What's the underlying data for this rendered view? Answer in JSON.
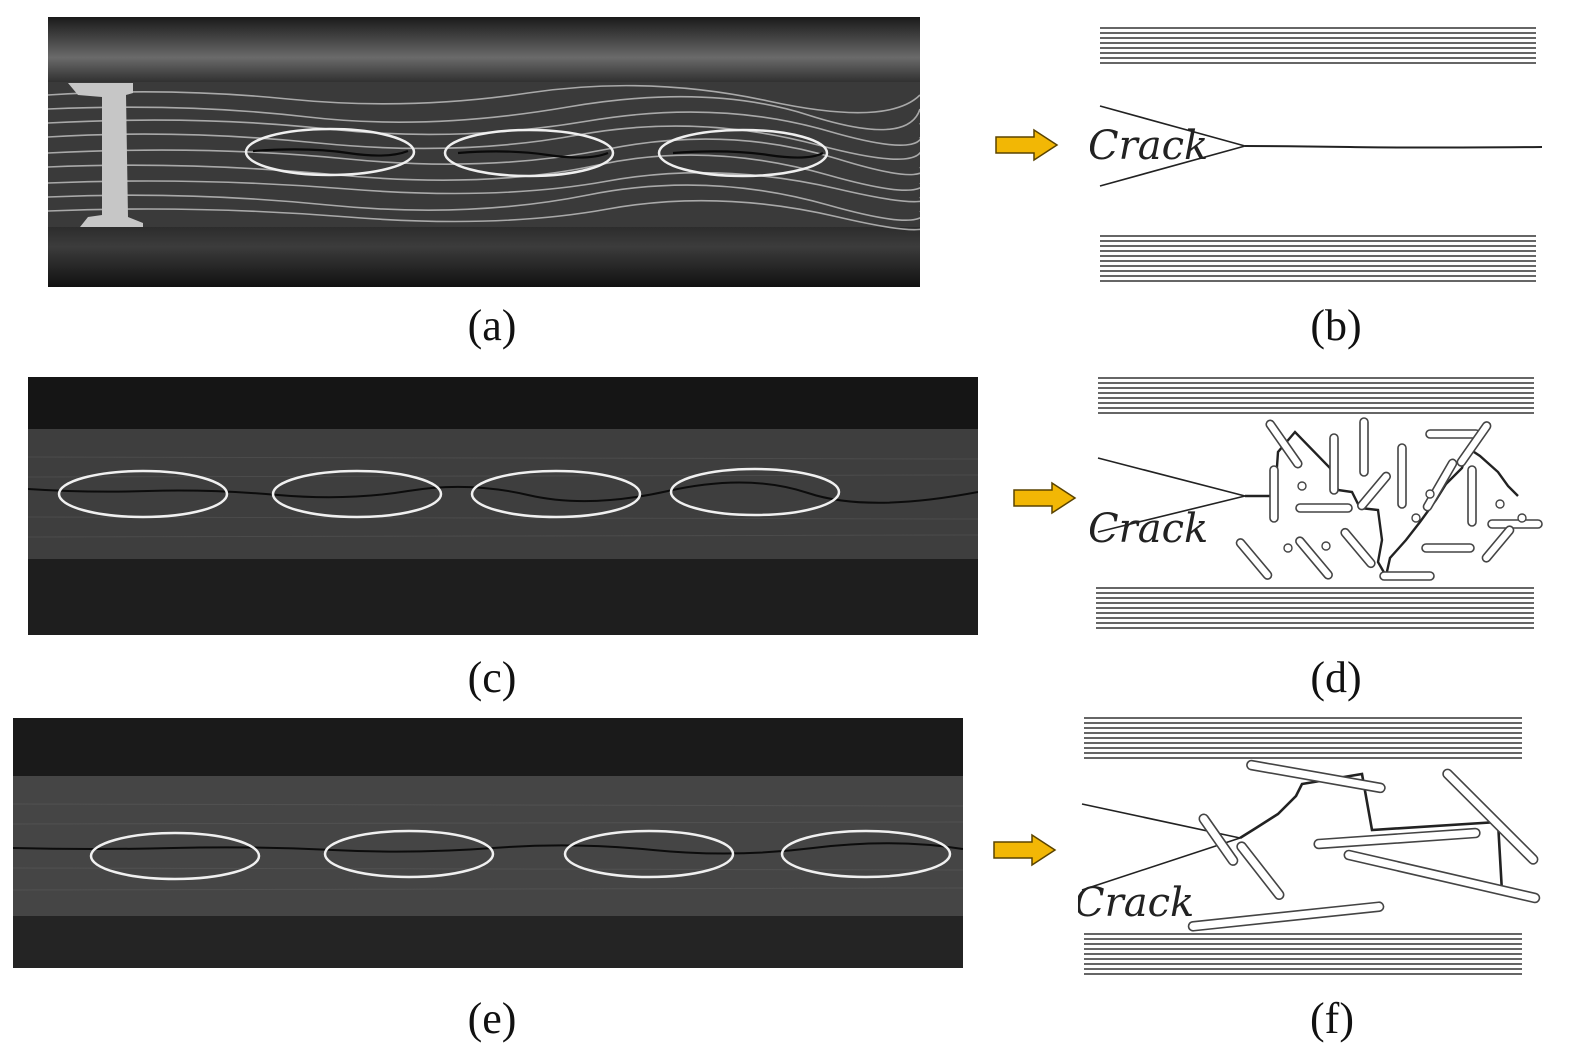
{
  "panels": [
    {
      "id": "a",
      "caption": "(a)"
    },
    {
      "id": "b",
      "caption": "(b)",
      "crack_label": "Crack"
    },
    {
      "id": "c",
      "caption": "(c)"
    },
    {
      "id": "d",
      "caption": "(d)",
      "crack_label": "Crack"
    },
    {
      "id": "e",
      "caption": "(e)"
    },
    {
      "id": "f",
      "caption": "(f)",
      "crack_label": "Crack"
    }
  ],
  "colors": {
    "arrow": "#f2b705",
    "arrow_outline": "#5a4300",
    "highlight_ellipse": "#e8e8e8",
    "laminate_lines": "#333333"
  }
}
